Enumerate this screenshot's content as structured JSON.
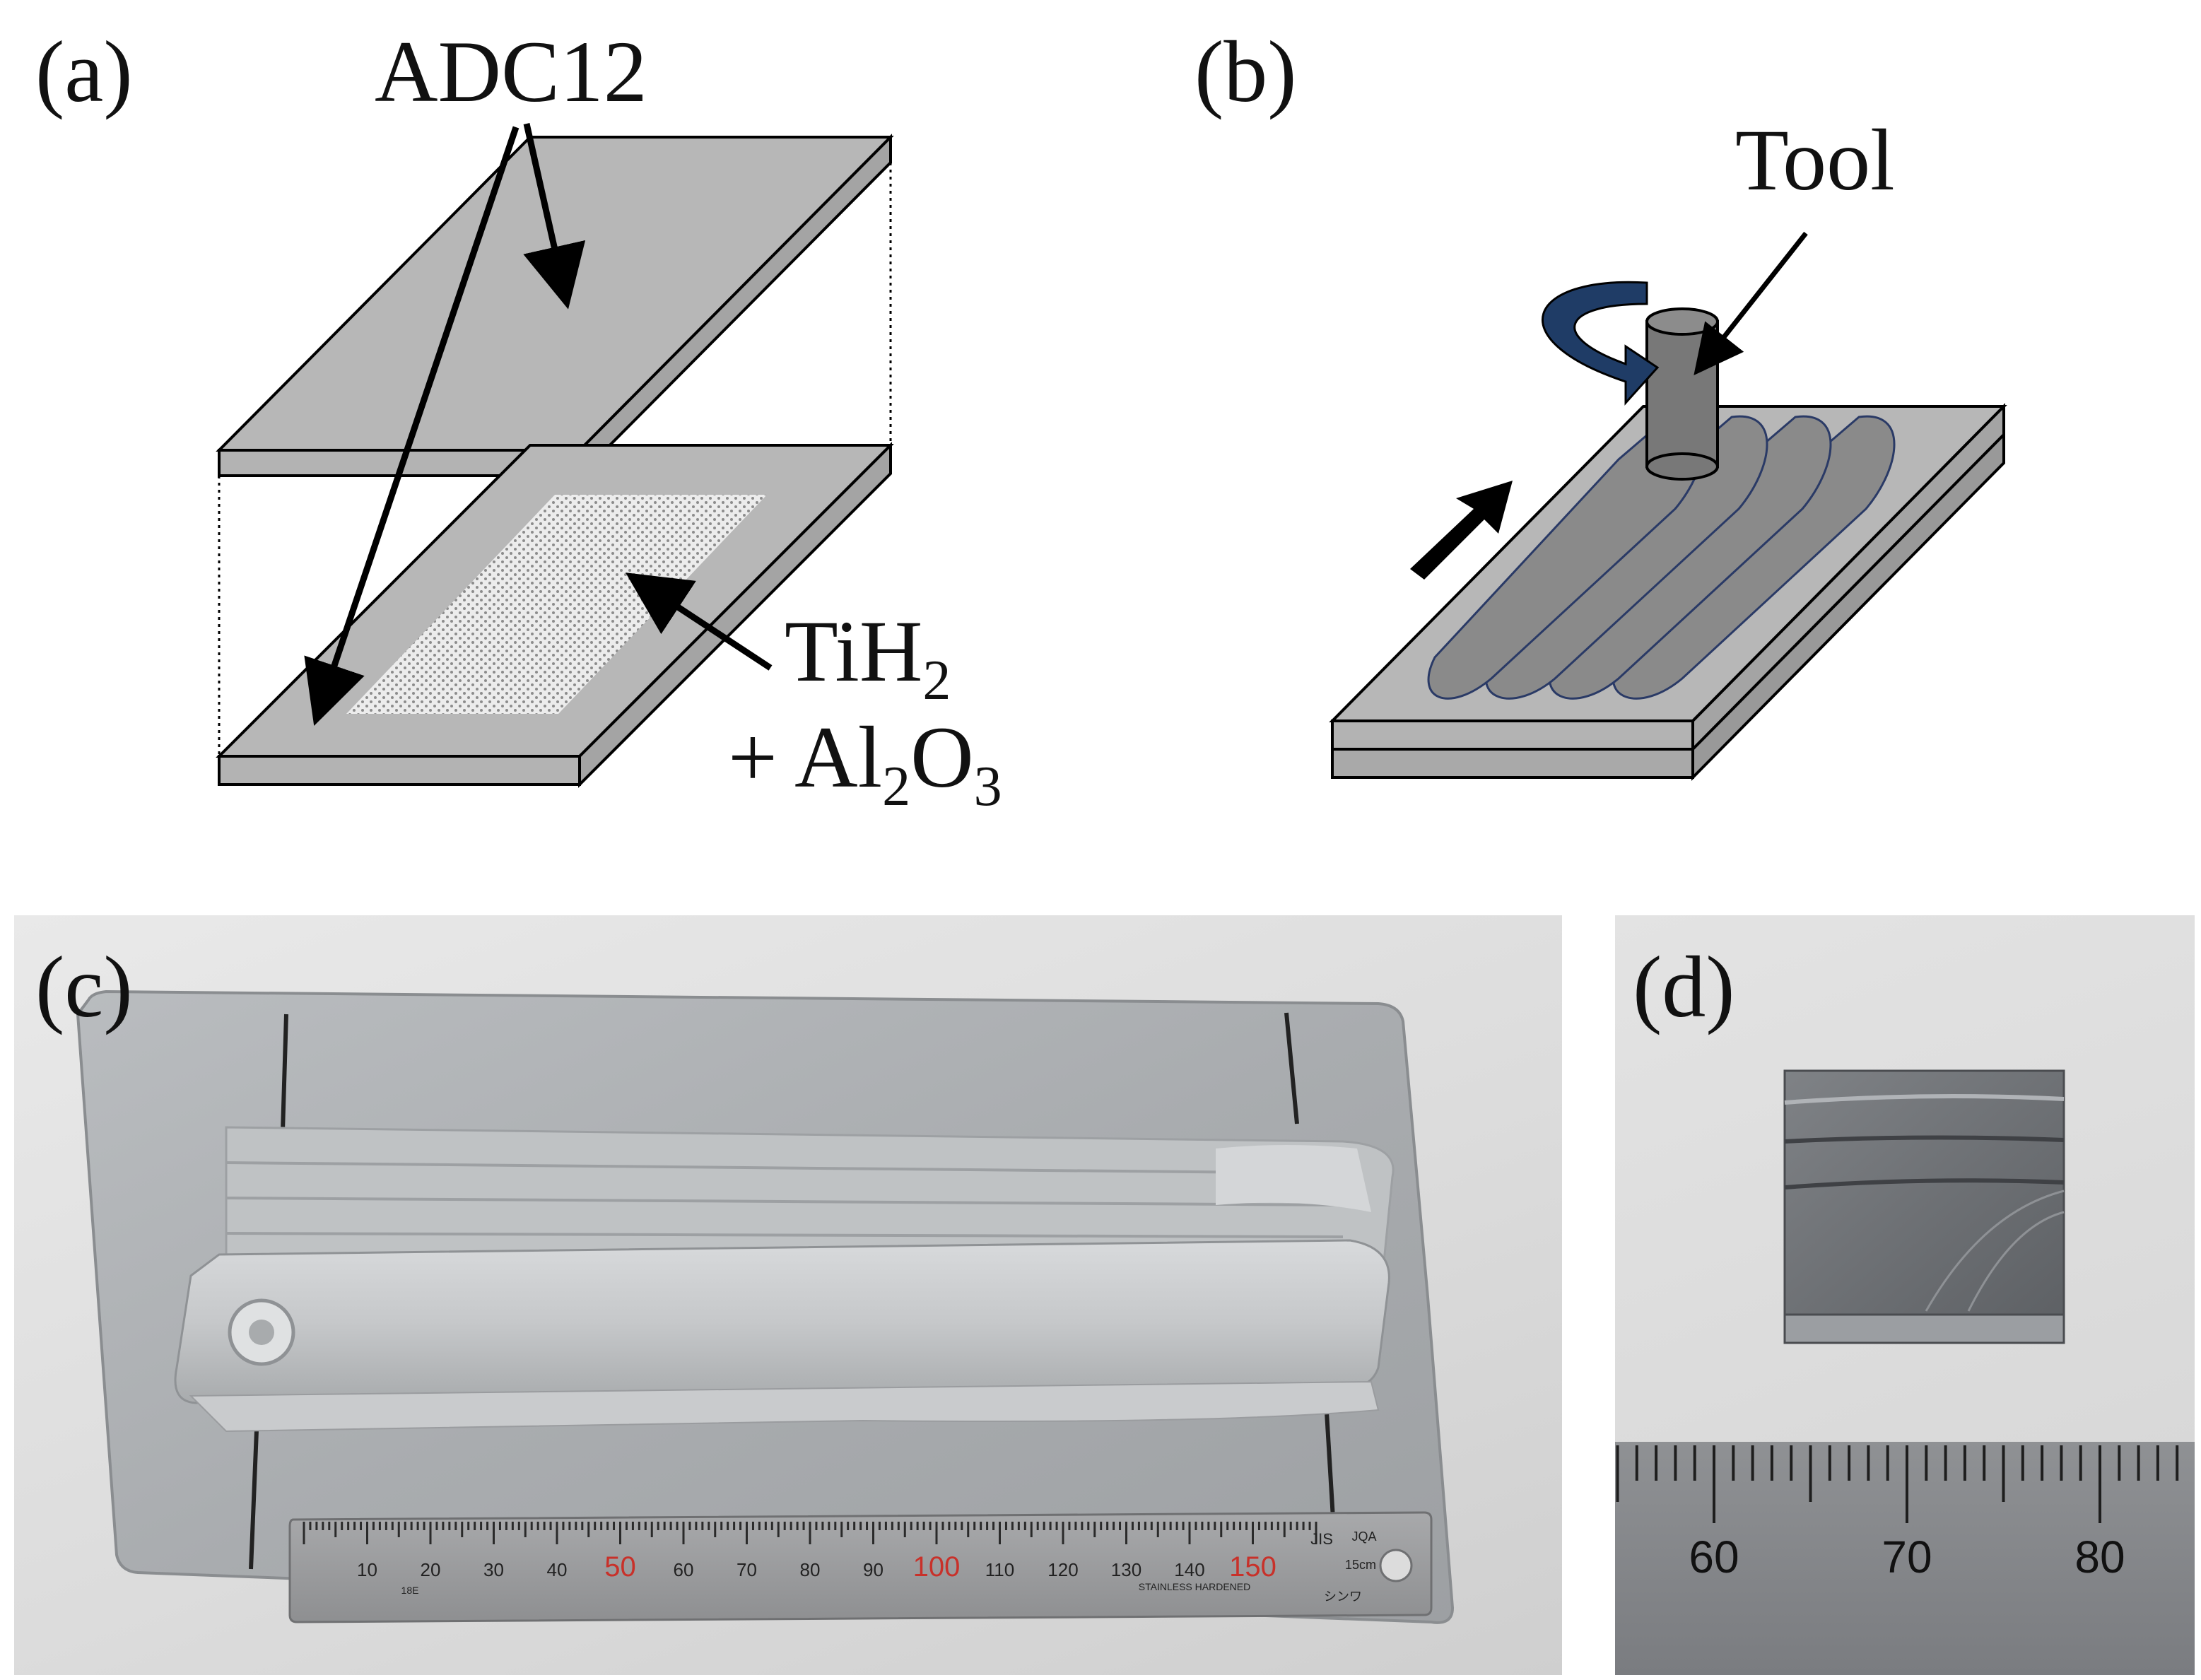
{
  "panels": {
    "a": {
      "label": "(a)",
      "material_label": "ADC12",
      "powder_line1": "TiH",
      "powder_sub1": "2",
      "powder_line2_pre": "+ Al",
      "powder_sub2a": "2",
      "powder_mid": "O",
      "powder_sub2b": "3"
    },
    "b": {
      "label": "(b)",
      "tool_label": "Tool"
    },
    "c": {
      "label": "(c)"
    },
    "d": {
      "label": "(d)"
    }
  },
  "ruler_c": {
    "numbers": [
      "10",
      "20",
      "30",
      "40",
      "50",
      "60",
      "70",
      "80",
      "90",
      "100",
      "110",
      "120",
      "130",
      "140",
      "150"
    ],
    "red_numbers": [
      "50",
      "100",
      "150"
    ],
    "marks": [
      "JIS",
      "JQA",
      "15cm",
      "STAINLESS HARDENED",
      "シンワ",
      "18E"
    ]
  },
  "ruler_d": {
    "numbers": [
      "60",
      "70",
      "80"
    ]
  },
  "colors": {
    "plate": "#b7b7b7",
    "plate_edge": "#a6a6a6",
    "tool": "#787878",
    "bead": "#8a8a8a",
    "arrow": "#000000",
    "red_numbers": "#c8312a",
    "ruler": "#9a9b9d"
  }
}
